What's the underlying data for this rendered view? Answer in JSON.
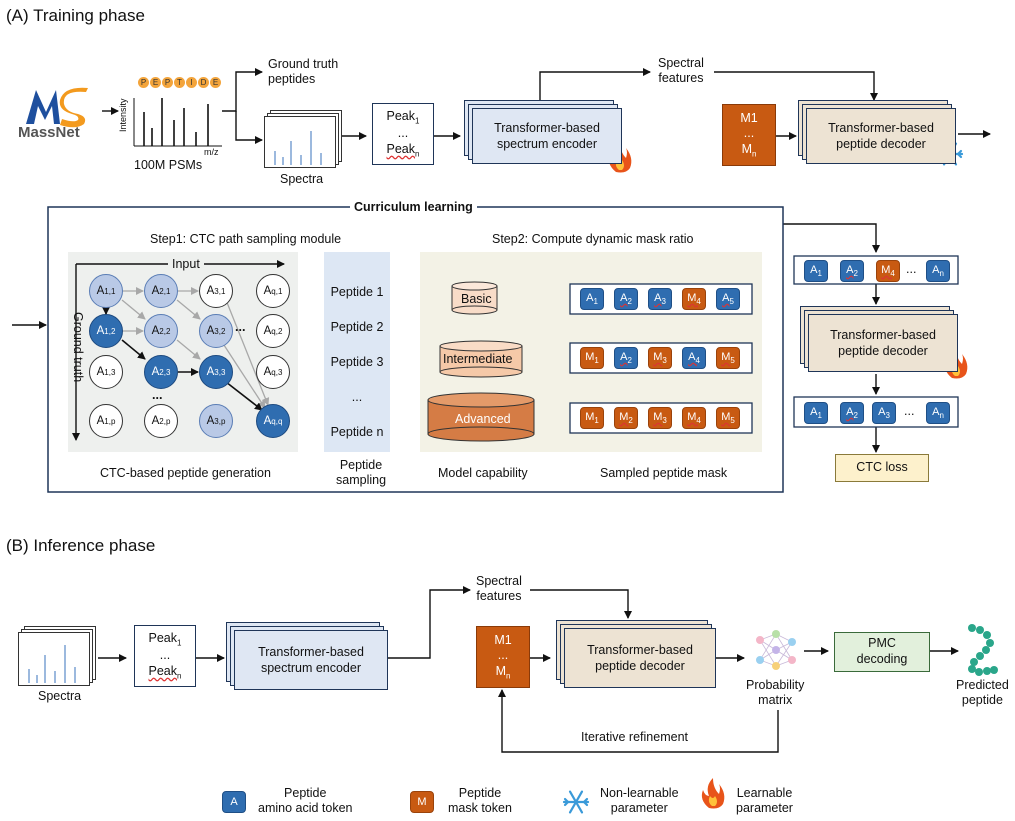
{
  "section_a": {
    "title": "(A) Training phase"
  },
  "section_b": {
    "title": "(B) Inference phase"
  },
  "logo": {
    "text": "MassNet",
    "letters": "MS"
  },
  "psm": {
    "caption": "100M PSMs",
    "peptide_letters": [
      "P",
      "E",
      "P",
      "T",
      "I",
      "D",
      "E"
    ],
    "y_label": "Intensity",
    "x_label": "m/z"
  },
  "training": {
    "ground_truth_label": "Ground truth\npeptides",
    "spectra_label": "Spectra",
    "peak_first": "Peak",
    "peak_first_sub": "1",
    "peak_dots": "...",
    "peak_last": "Peak",
    "peak_last_sub": "n",
    "encoder_label": "Transformer-based\nspectrum encoder",
    "spectral_features_label": "Spectral\nfeatures",
    "mask_first": "M1",
    "mask_dots": "...",
    "mask_last": "M",
    "mask_last_sub": "n",
    "decoder_frozen_label": "Transformer-based\npeptide decoder",
    "curriculum_title": "Curriculum learning",
    "step1_title": "Step1: CTC path sampling module",
    "step2_title": "Step2: Compute dynamic mask ratio",
    "input_label": "Input",
    "ground_truth_axis": "Ground truth",
    "grid_dots": "...",
    "ctc_caption": "CTC-based peptide generation",
    "peptides": [
      "Peptide 1",
      "Peptide 2",
      "Peptide 3",
      "...",
      "Peptide n"
    ],
    "peptide_sampling_caption": "Peptide\nsampling",
    "levels": [
      "Basic",
      "Intermediate",
      "Advanced"
    ],
    "model_capability_caption": "Model capability",
    "sampled_mask_caption": "Sampled peptide mask",
    "decoder_learnable_label": "Transformer-based\npeptide decoder",
    "ctc_loss_label": "CTC loss"
  },
  "inference": {
    "spectra_label": "Spectra",
    "peak_first": "Peak",
    "peak_first_sub": "1",
    "peak_dots": "...",
    "peak_last": "Peak",
    "peak_last_sub": "n",
    "encoder_label": "Transformer-based\nspectrum encoder",
    "spectral_features_label": "Spectral\nfeatures",
    "mask_first": "M1",
    "mask_dots": "...",
    "mask_last": "M",
    "mask_last_sub": "n",
    "decoder_label": "Transformer-based\npeptide decoder",
    "probability_label": "Probability\nmatrix",
    "pmc_label": "PMC\ndecoding",
    "predicted_label": "Predicted\npeptide",
    "iterative_label": "Iterative refinement"
  },
  "legend": {
    "a_token_letter": "A",
    "a_token_text": "Peptide\namino acid token",
    "m_token_letter": "M",
    "m_token_text": "Peptide\nmask token",
    "frozen_text": "Non-learnable\nparameter",
    "learnable_text": "Learnable\nparameter"
  },
  "colors": {
    "encoder": "#dfe7f3",
    "decoder": "#ede3d3",
    "aa_token": "#2f6db0",
    "mask_token": "#c85a12",
    "fire": "#e8541a",
    "snow": "#3a9ad9"
  },
  "icons": [
    "fire-icon",
    "snowflake-icon",
    "neural-network-icon",
    "peptide-chain-icon"
  ]
}
